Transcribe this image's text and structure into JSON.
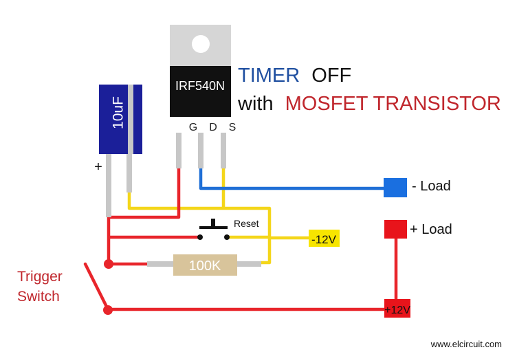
{
  "title": {
    "line1_blue": "TIMER",
    "line1_black": "OFF",
    "line2_black": "with",
    "line2_red": "MOSFET TRANSISTOR"
  },
  "components": {
    "mosfet": {
      "label": "IRF540N",
      "pins": {
        "gate": "G",
        "drain": "D",
        "source": "S"
      }
    },
    "capacitor": {
      "label": "10uF",
      "plus_sign": "+"
    },
    "resistor": {
      "label": "100K"
    },
    "reset_button": {
      "label": "Reset"
    },
    "trigger_switch": {
      "label_line1": "Trigger",
      "label_line2": "Switch"
    }
  },
  "terminals": {
    "neg_supply": "-12V",
    "pos_supply": "+12V",
    "load_neg": "- Load",
    "load_pos": "+ Load"
  },
  "footer": {
    "website": "www.elcircuit.com"
  },
  "colors": {
    "title_blue": "#1f4fa0",
    "title_red": "#c0272d",
    "wire_red": "#e8252b",
    "wire_yellow": "#f4d61a",
    "wire_blue": "#1f6fd6",
    "lead_gray": "#c7c7c7",
    "capacitor_blue": "#1b1f99",
    "resistor_tan": "#d8c49b",
    "mosfet_body": "#111111",
    "mosfet_tab": "#d6d6d6",
    "terminal_yellow": "#f7e500",
    "terminal_red": "#e8141b",
    "terminal_blue": "#1a6fe0"
  }
}
